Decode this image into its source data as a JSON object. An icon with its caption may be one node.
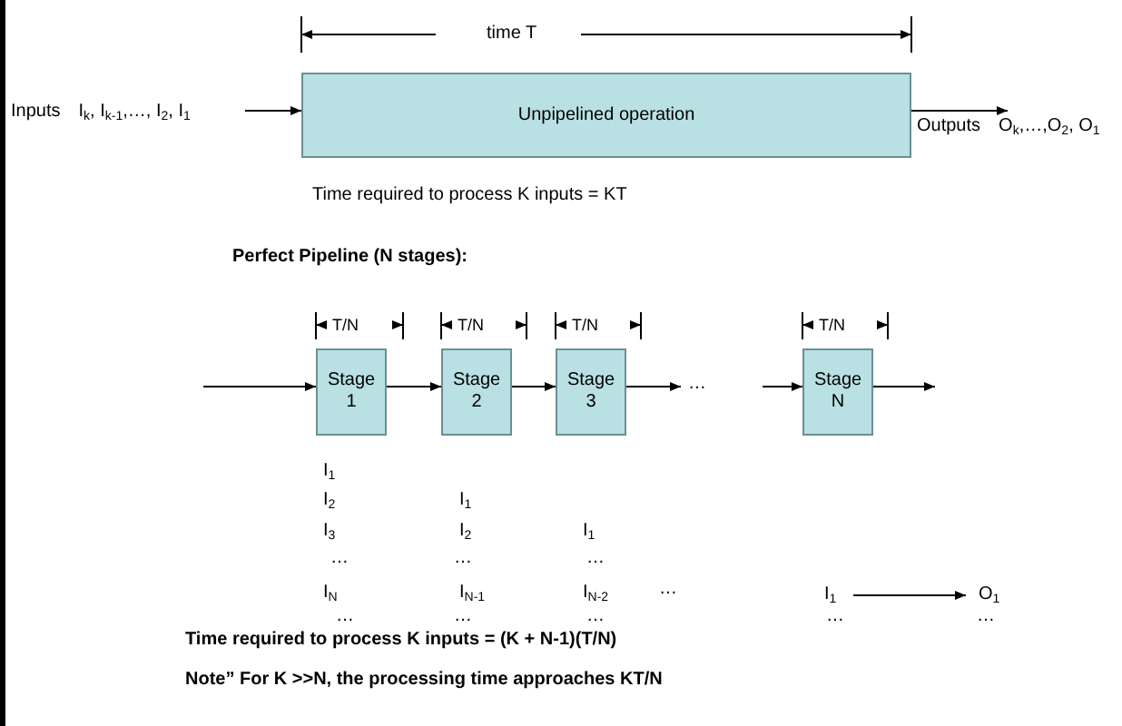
{
  "diagram": {
    "nodes": [
      {
        "text": [
          "Inputs",
          "I$_{k}$, I$_{k-1}$,…, I$_{2}$, I$_{1}$"
        ]
      },
      {
        "text": [
          "Unpipelined operation"
        ]
      },
      {
        "text": [
          "Outputs",
          "O$_{k}$,…,O$_{2}$, O$_{1}$"
        ]
      },
      {
        "text": [
          "Stage 1"
        ]
      },
      {
        "text": [
          "Stage 2"
        ]
      },
      {
        "text": [
          "Stage 3"
        ]
      },
      {
        "text": [
          "…"
        ]
      },
      {
        "text": [
          "Stage N"
        ]
      },
      {
        "text": [
          "I$_{1}$"
        ]
      },
      {
        "text": [
          "O$_{1}$"
        ]
      }
    ],
    "edges": [
      {
        "from": 0,
        "to": 1,
        "arrow": "to"
      },
      {
        "from": 1,
        "to": 2,
        "arrow": "to"
      },
      {
        "from": null,
        "to": 3,
        "arrow": "to"
      },
      {
        "from": 3,
        "to": 4,
        "arrow": "to"
      },
      {
        "from": 4,
        "to": 5,
        "arrow": "to"
      },
      {
        "from": 5,
        "to": 6,
        "arrow": "to"
      },
      {
        "from": null,
        "to": 7,
        "arrow": "to"
      },
      {
        "from": 7,
        "to": null,
        "arrow": "to"
      },
      {
        "from": 8,
        "to": 9,
        "arrow": "to"
      }
    ],
    "labels": [
      "time T",
      "Time required to process K inputs = KT",
      "Perfect Pipeline (N stages):",
      "T/N",
      "T/N",
      "T/N",
      "T/N",
      "I$_{1}$",
      "I$_{2}$",
      "I$_{1}$",
      "I$_{3}$",
      "I$_{2}$",
      "I$_{1}$",
      "…",
      "…",
      "…",
      "I$_{N}$",
      "I$_{N-1}$",
      "I$_{N-2}$",
      "…",
      "…",
      "…",
      "…",
      "…",
      "…",
      "Time required to process K inputs = (K + N-1)(T/N)",
      "Note” For K >>N, the processing time approaches KT/N"
    ]
  }
}
